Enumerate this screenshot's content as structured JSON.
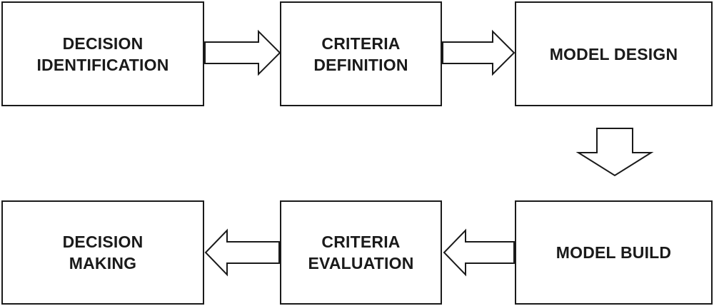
{
  "diagram": {
    "steps": [
      {
        "id": "decision-identification",
        "label": "DECISION\nIDENTIFICATION"
      },
      {
        "id": "criteria-definition",
        "label": "CRITERIA\nDEFINITION"
      },
      {
        "id": "model-design",
        "label": "MODEL DESIGN"
      },
      {
        "id": "model-build",
        "label": "MODEL BUILD"
      },
      {
        "id": "criteria-evaluation",
        "label": "CRITERIA\nEVALUATION"
      },
      {
        "id": "decision-making",
        "label": "DECISION\nMAKING"
      }
    ],
    "flow": [
      {
        "from": "decision-identification",
        "to": "criteria-definition",
        "direction": "right"
      },
      {
        "from": "criteria-definition",
        "to": "model-design",
        "direction": "right"
      },
      {
        "from": "model-design",
        "to": "model-build",
        "direction": "down"
      },
      {
        "from": "model-build",
        "to": "criteria-evaluation",
        "direction": "left"
      },
      {
        "from": "criteria-evaluation",
        "to": "decision-making",
        "direction": "left"
      }
    ],
    "colors": {
      "stroke": "#1a1a1a",
      "fill": "#ffffff",
      "text": "#1a1a1a"
    }
  }
}
